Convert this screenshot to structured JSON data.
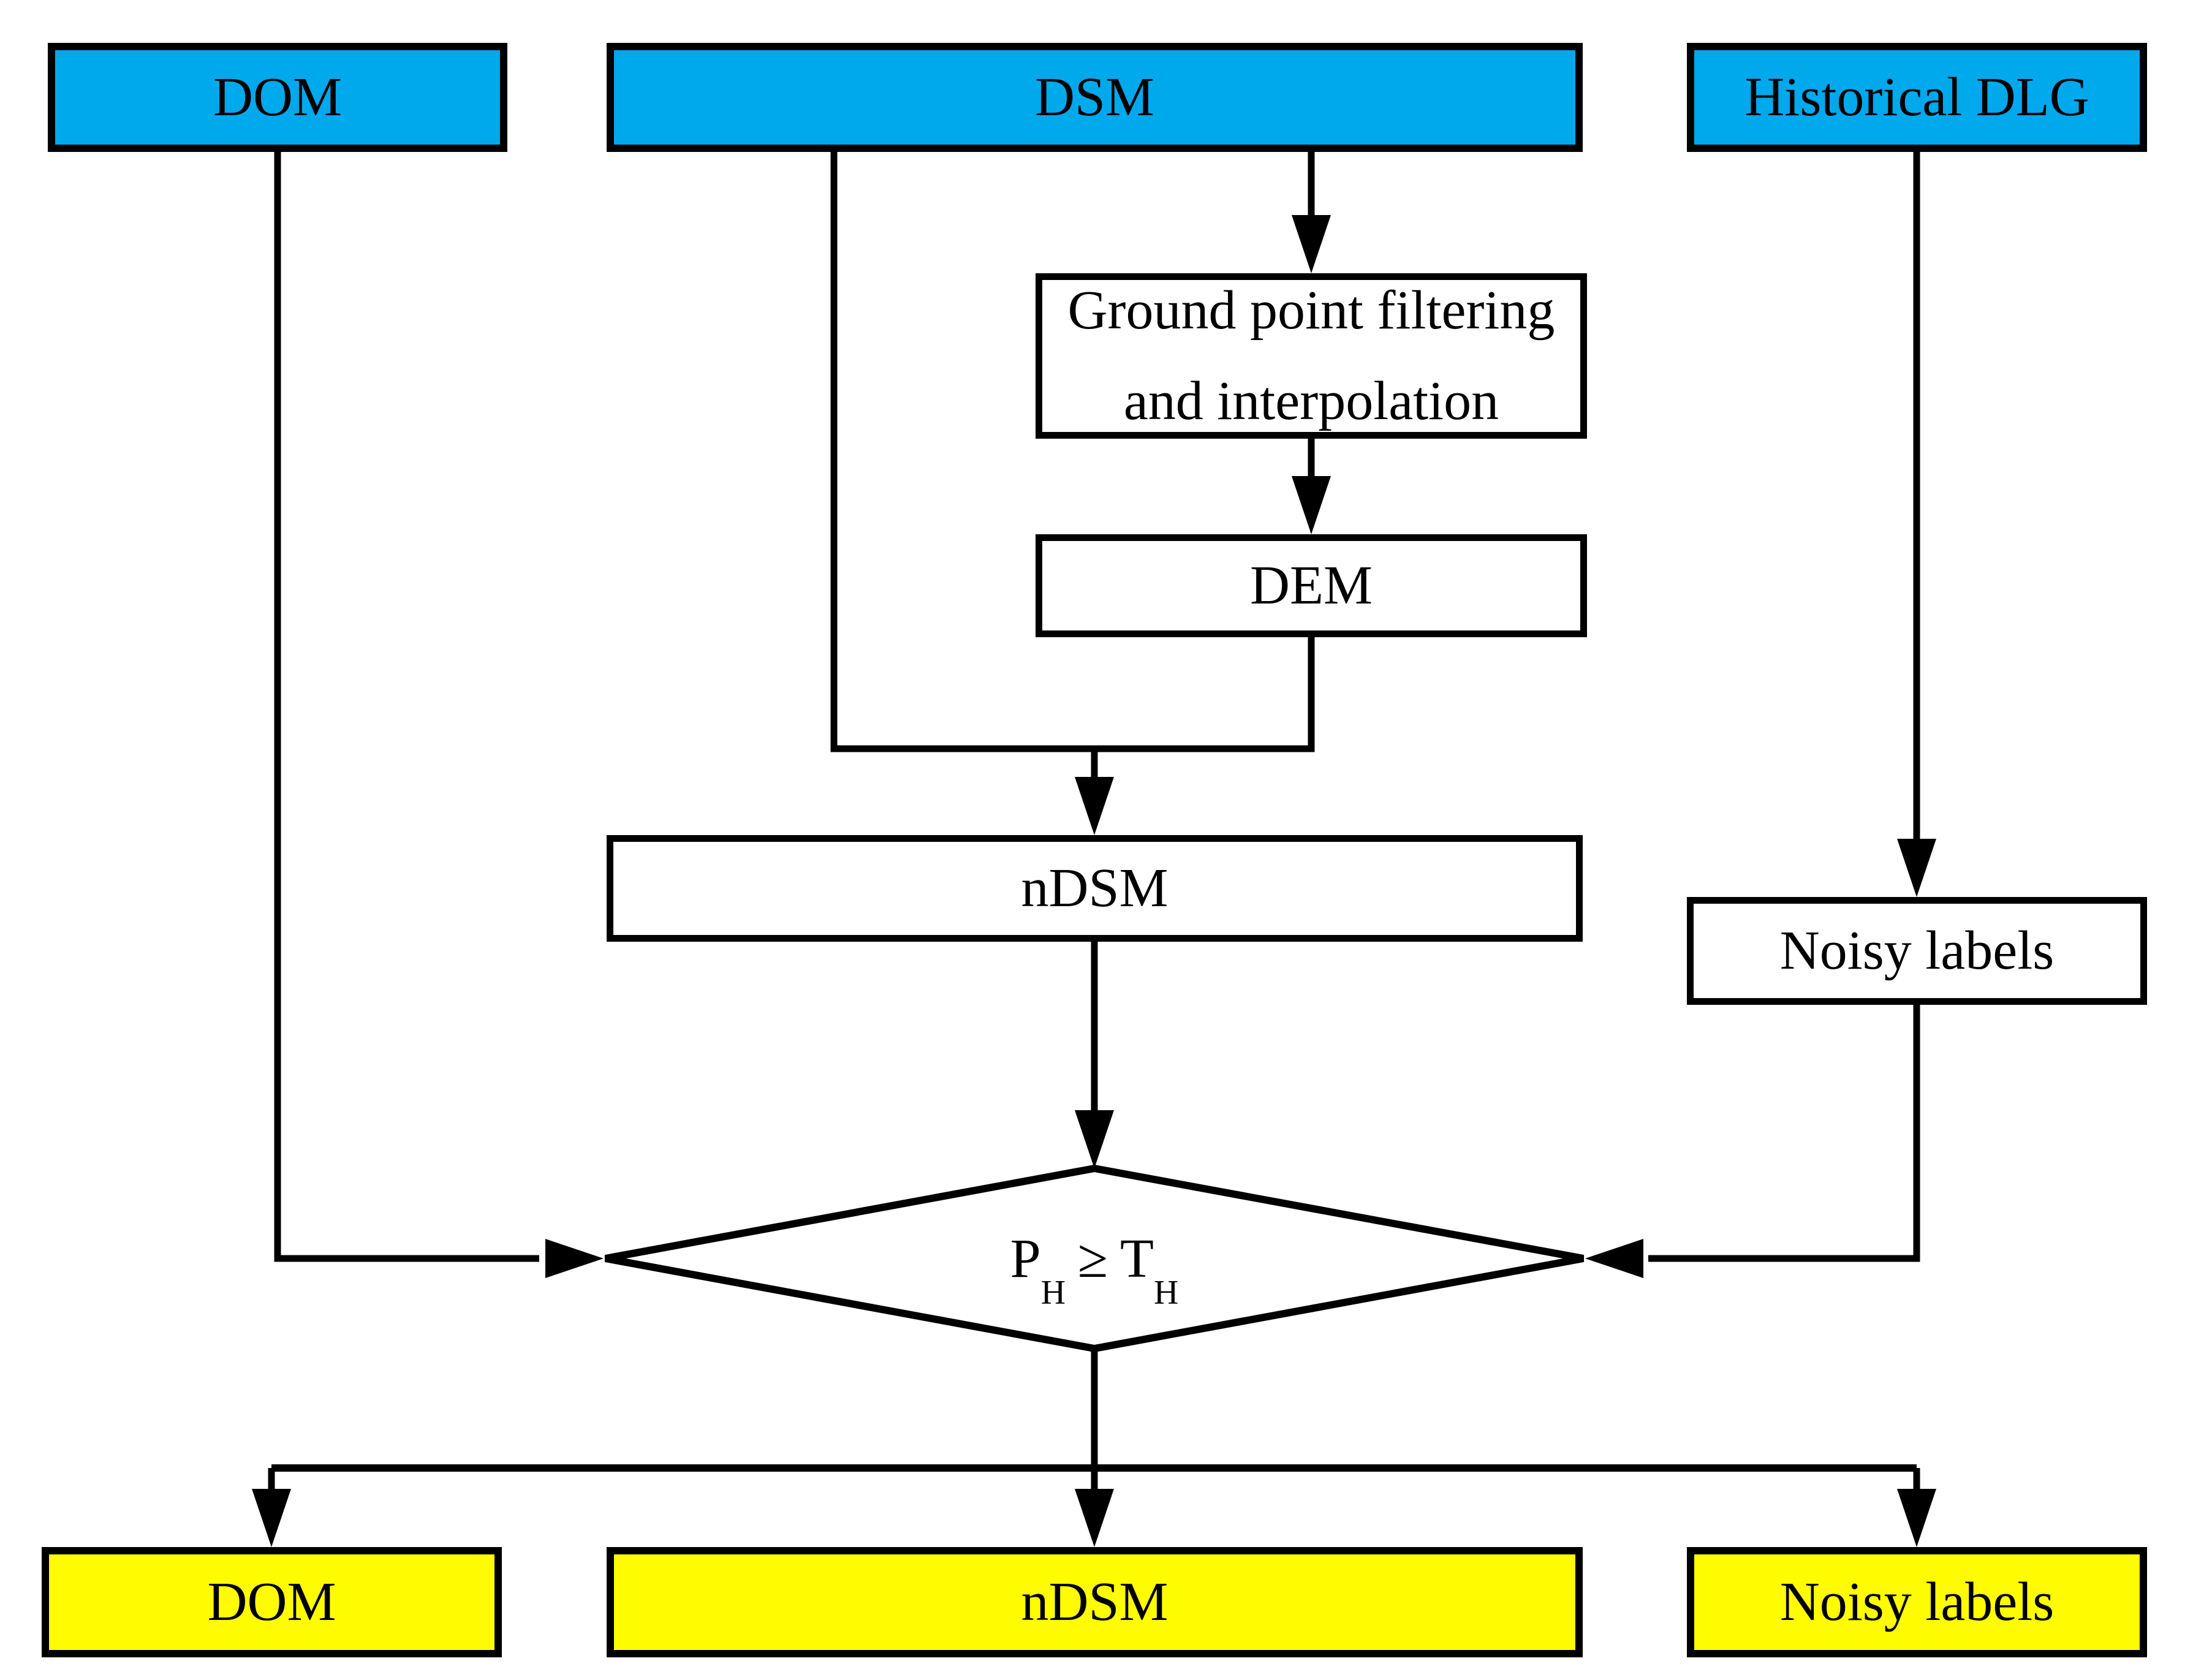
{
  "figure": {
    "type": "flowchart",
    "nodes": {
      "dom_input": {
        "label": "DOM"
      },
      "dsm": {
        "label": "DSM"
      },
      "historical_dlg": {
        "label": "Historical DLG"
      },
      "ground_filter": {
        "line1": "Ground point filtering",
        "line2": "and interpolation"
      },
      "dem": {
        "label": "DEM"
      },
      "ndsm": {
        "label": "nDSM"
      },
      "noisy_labels": {
        "label": "Noisy labels"
      },
      "decision": {
        "lhs": "P",
        "lhs_sub": "H",
        "operator": "≥",
        "rhs": "T",
        "rhs_sub": "H"
      },
      "dom_output": {
        "label": "DOM"
      },
      "ndsm_output": {
        "label": "nDSM"
      },
      "noisy_output": {
        "label": "Noisy labels"
      }
    },
    "edges": [
      {
        "from": "dsm",
        "to": "ground_filter",
        "arrow": true
      },
      {
        "from": "ground_filter",
        "to": "dem",
        "arrow": true
      },
      {
        "from": "dsm",
        "to": "ndsm",
        "via": "merge-with-dem",
        "arrow": true
      },
      {
        "from": "dem",
        "to": "ndsm",
        "via": "merge-with-dsm",
        "arrow": true
      },
      {
        "from": "ndsm",
        "to": "decision",
        "arrow": true
      },
      {
        "from": "dom_input",
        "to": "decision",
        "arrow": true
      },
      {
        "from": "historical_dlg",
        "to": "noisy_labels",
        "arrow": true
      },
      {
        "from": "noisy_labels",
        "to": "decision",
        "arrow": true
      },
      {
        "from": "decision",
        "to": "dom_output",
        "arrow": true
      },
      {
        "from": "decision",
        "to": "ndsm_output",
        "arrow": true
      },
      {
        "from": "decision",
        "to": "noisy_output",
        "arrow": true
      }
    ],
    "colors": {
      "input_fill": "#00A8EC",
      "output_fill": "#FFFB00",
      "process_fill": "#FFFFFF",
      "stroke": "#000000",
      "background": "#FFFFFF"
    }
  }
}
